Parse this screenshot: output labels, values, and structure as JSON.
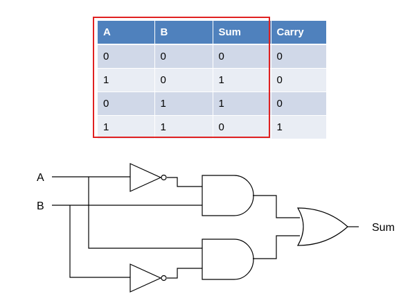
{
  "truth_table": {
    "headers": [
      "A",
      "B",
      "Sum",
      "Carry"
    ],
    "rows": [
      [
        "0",
        "0",
        "0",
        "0"
      ],
      [
        "1",
        "0",
        "1",
        "0"
      ],
      [
        "0",
        "1",
        "1",
        "0"
      ],
      [
        "1",
        "1",
        "0",
        "1"
      ]
    ],
    "highlight_color": "#e02020",
    "header_color": "#4f81bd"
  },
  "circuit": {
    "input_a_label": "A",
    "input_b_label": "B",
    "output_label": "Sum",
    "gates": [
      "not-gate",
      "not-gate",
      "and-gate",
      "and-gate",
      "or-gate"
    ]
  }
}
